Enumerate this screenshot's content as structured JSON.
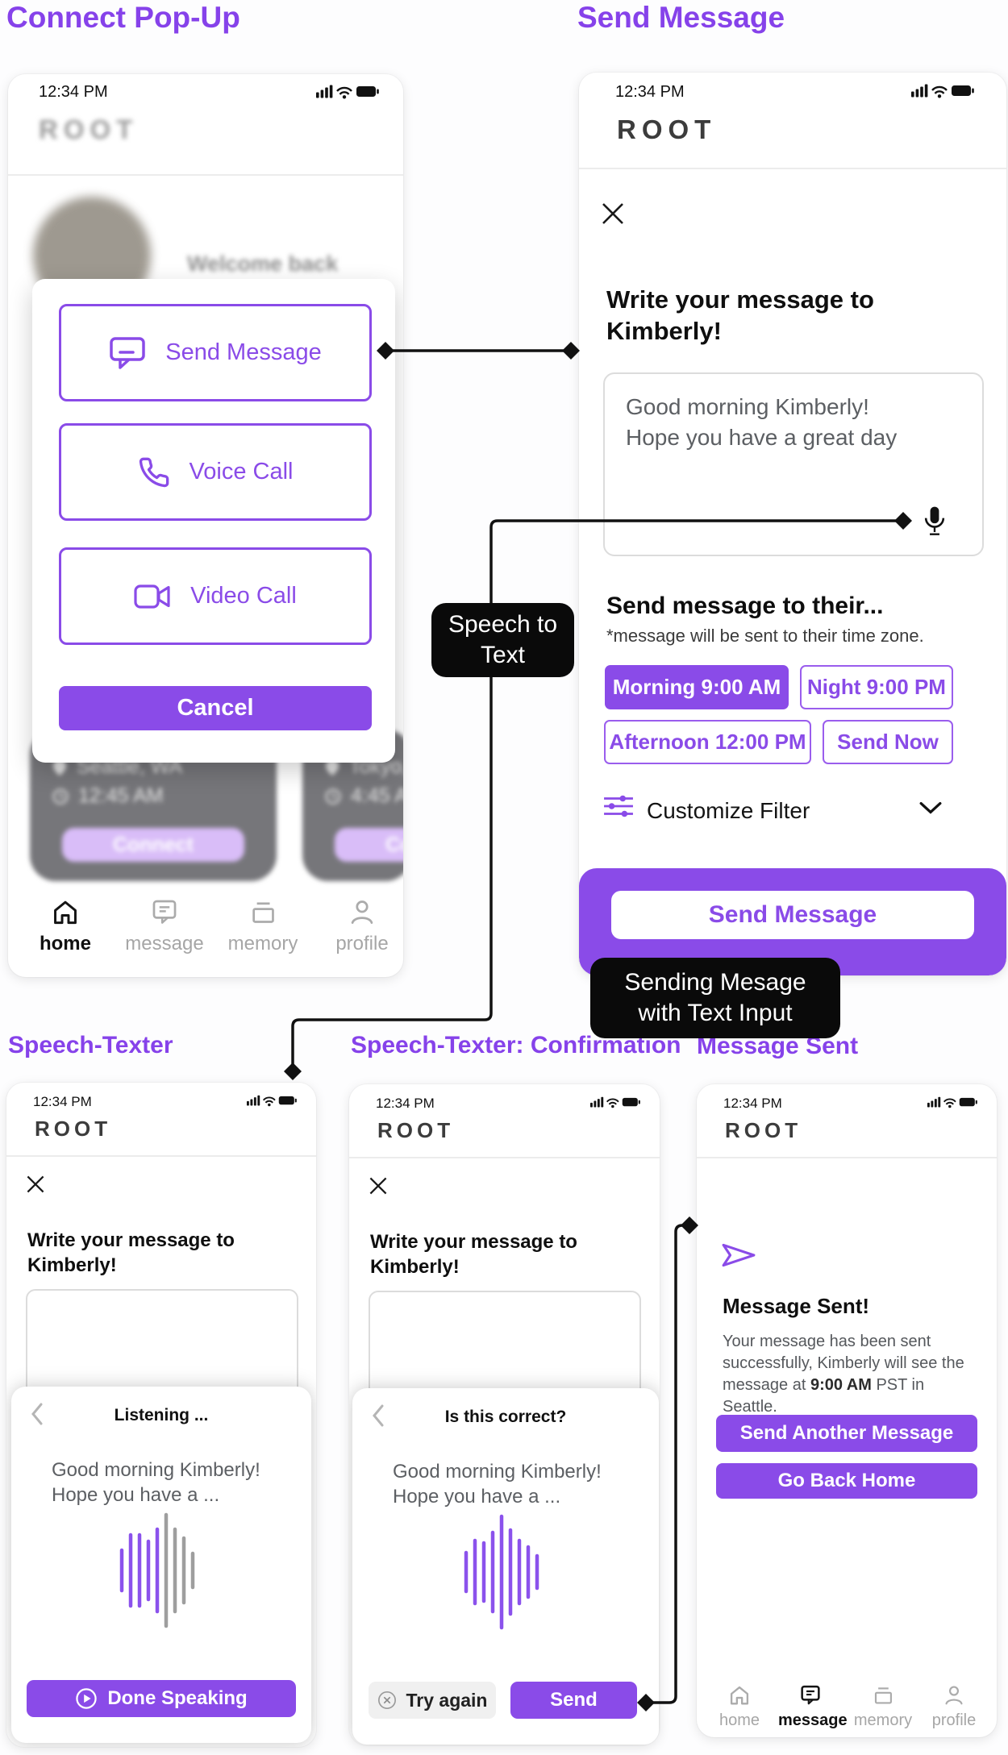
{
  "colors": {
    "accent": "#8A4BE8",
    "accent_light_pill": "#D9BDF8",
    "section_title": "#8642EA",
    "tooltip_bg": "#0A0A0A",
    "muted_text": "#5C5F63",
    "inactive_tab": "#A6A6A6",
    "wave_purple": "#8B52EC",
    "wave_gray": "#9E9E9E"
  },
  "status": {
    "time": "12:34 PM"
  },
  "connect_popup": {
    "section_title": "Connect Pop-Up",
    "app_name": "ROOT",
    "welcome_text": "Welcome back",
    "popup": {
      "options": [
        {
          "icon": "chat-bubble-icon",
          "label": "Send Message"
        },
        {
          "icon": "phone-icon",
          "label": "Voice Call"
        },
        {
          "icon": "video-camera-icon",
          "label": "Video Call"
        }
      ],
      "cancel_label": "Cancel"
    },
    "cards": [
      {
        "location": "Seattle, WA",
        "time": "12:45 AM",
        "action": "Connect"
      },
      {
        "location": "Tokyo,",
        "time": "4:45 A",
        "action": "Connect"
      }
    ],
    "tabbar": [
      {
        "label": "home"
      },
      {
        "label": "message"
      },
      {
        "label": "memory"
      },
      {
        "label": "profile"
      }
    ]
  },
  "send_message": {
    "section_title": "Send Message",
    "app_name": "ROOT",
    "heading": "Write your message to Kimberly!",
    "message_text": "Good morning Kimberly! Hope you have a great day",
    "schedule_heading": "Send message to their...",
    "schedule_note": "*message will be sent to their time zone.",
    "chips": [
      {
        "label": "Morning 9:00 AM"
      },
      {
        "label": "Night 9:00 PM"
      },
      {
        "label": "Afternoon 12:00 PM"
      },
      {
        "label": "Send Now"
      }
    ],
    "customize_label": "Customize Filter",
    "send_button": "Send Message"
  },
  "tooltips": {
    "speech_line1": "Speech to",
    "speech_line2": "Text",
    "sending_line1": "Sending Mesage",
    "sending_line2": "with Text Input"
  },
  "speech_texter": {
    "section_title": "Speech-Texter",
    "app_name": "ROOT",
    "heading": "Write your message to Kimberly!",
    "sheet_title": "Listening ...",
    "transcript": "Good morning Kimberly! Hope you have a ...",
    "done_button": "Done Speaking"
  },
  "speech_confirm": {
    "section_title": "Speech-Texter: Confirmation",
    "app_name": "ROOT",
    "heading": "Write your message to Kimberly!",
    "sheet_title": "Is this correct?",
    "transcript": "Good morning Kimberly! Hope you have a ...",
    "try_again_button": "Try again",
    "send_button": "Send"
  },
  "message_sent": {
    "section_title": "Message Sent",
    "app_name": "ROOT",
    "heading": "Message Sent!",
    "body_pre": "Your message has been sent successfully, Kimberly will see the message at ",
    "body_bold": "9:00 AM",
    "body_post": " PST in Seattle.",
    "send_another_button": "Send Another Message",
    "go_home_button": "Go Back Home",
    "tabbar": [
      {
        "label": "home"
      },
      {
        "label": "message"
      },
      {
        "label": "memory"
      },
      {
        "label": "profile"
      }
    ]
  }
}
